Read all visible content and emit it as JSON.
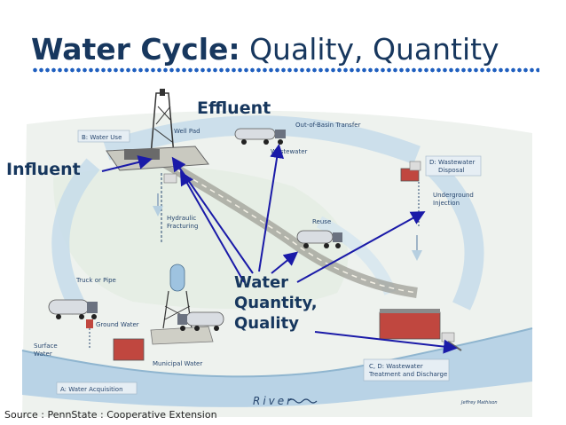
{
  "slide": {
    "title_bold": "Water Cycle:",
    "title_rest": " Quality, Quantity",
    "effluent": "Effluent",
    "influent": "Influent",
    "water_quality_lines": [
      "Water",
      "Quantity,",
      "Quality"
    ],
    "source": "Source : PennState : Cooperative Extension"
  },
  "diagram": {
    "labels": {
      "water_use": "B: Water Use",
      "well_pad": "Well Pad",
      "out_of_basin": "Out-of-Basin Transfer",
      "wastewater": "Wastewater",
      "wastewater_disposal": "D: Wastewater Disposal",
      "underground_injection": "Underground Injection",
      "hydraulic_fracturing": "Hydraulic Fracturing",
      "reuse": "Reuse",
      "truck_or_pipe": "Truck or Pipe",
      "ground_water": "Ground Water",
      "surface_water": "Surface Water",
      "municipal_water": "Municipal Water",
      "water_acquisition": "A: Water Acquisition",
      "treatment_discharge": "C, D: Wastewater Treatment and Discharge",
      "river": "River",
      "artist": "Jeffrey Mathison"
    },
    "colors": {
      "arrow": "#1a1aa8",
      "river": "#b9d3e6",
      "flow": "#c6dcea",
      "road": "#9a9a92"
    }
  }
}
